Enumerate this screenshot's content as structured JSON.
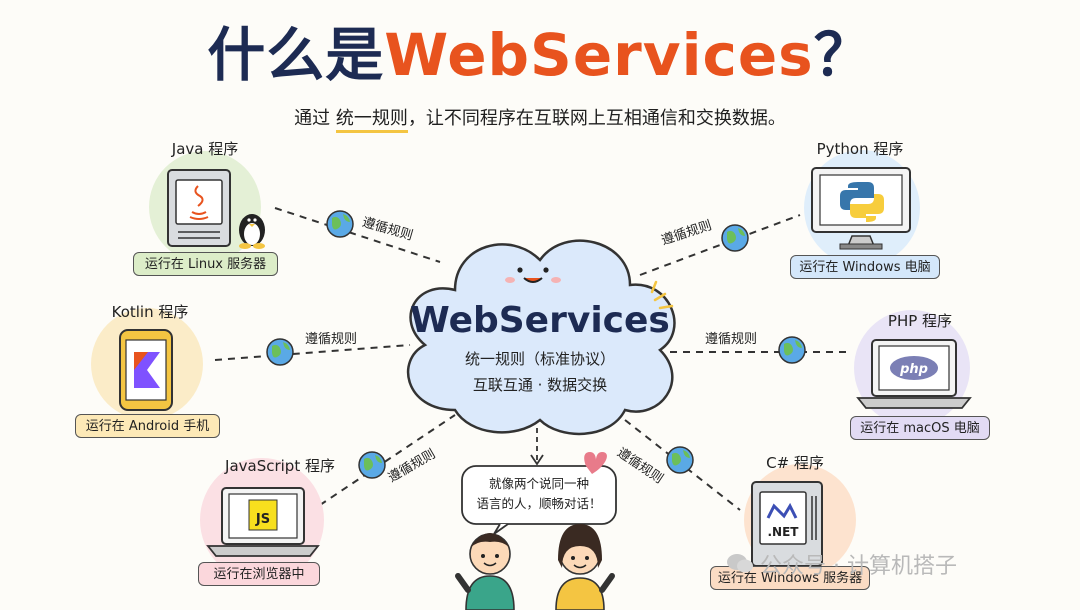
{
  "header": {
    "title_prefix": "什么是",
    "title_highlight": "WebServices",
    "title_suffix": "？",
    "subtitle_before": "通过",
    "subtitle_underlined": "统一规则",
    "subtitle_after": "，让不同程序在互联网上互相通信和交换数据。"
  },
  "center": {
    "title": "WebServices",
    "line1": "统一规则（标准协议）",
    "line2": "互联互通 · 数据交换"
  },
  "rule_label": "遵循规则",
  "nodes": {
    "java": {
      "title": "Java 程序",
      "platform": "运行在 Linux 服务器",
      "icon": "java-server-icon"
    },
    "python": {
      "title": "Python 程序",
      "platform": "运行在 Windows 电脑",
      "icon": "python-monitor-icon"
    },
    "kotlin": {
      "title": "Kotlin 程序",
      "platform": "运行在 Android 手机",
      "icon": "kotlin-phone-icon"
    },
    "php": {
      "title": "PHP 程序",
      "platform": "运行在 macOS 电脑",
      "icon": "php-laptop-icon"
    },
    "javascript": {
      "title": "JavaScript 程序",
      "platform": "运行在浏览器中",
      "icon": "js-laptop-icon"
    },
    "csharp": {
      "title": "C# 程序",
      "platform": "运行在 Windows 服务器",
      "icon": "dotnet-server-icon",
      "logo_text": ".NET"
    }
  },
  "bubble": {
    "line1": "就像两个说同一种",
    "line2": "语言的人，顺畅对话！"
  },
  "watermark": "公众号 · 计算机搭子",
  "colors": {
    "title_dark": "#1d2b53",
    "title_accent": "#e8531e",
    "underline": "#f4c542",
    "cloud_fill": "#dbe9fb",
    "java_bg": "#e4f0d6",
    "python_bg": "#dfeefb",
    "kotlin_bg": "#fbecc8",
    "php_bg": "#e9e4f6",
    "js_bg": "#fbe0e4",
    "csharp_bg": "#fde3cf",
    "java_pill": "#dcedc8",
    "python_pill": "#d4e7fa",
    "kotlin_pill": "#fde9b7",
    "php_pill": "#e2dbf4",
    "js_pill": "#fbd7dc",
    "csharp_pill": "#fbdcc4"
  }
}
